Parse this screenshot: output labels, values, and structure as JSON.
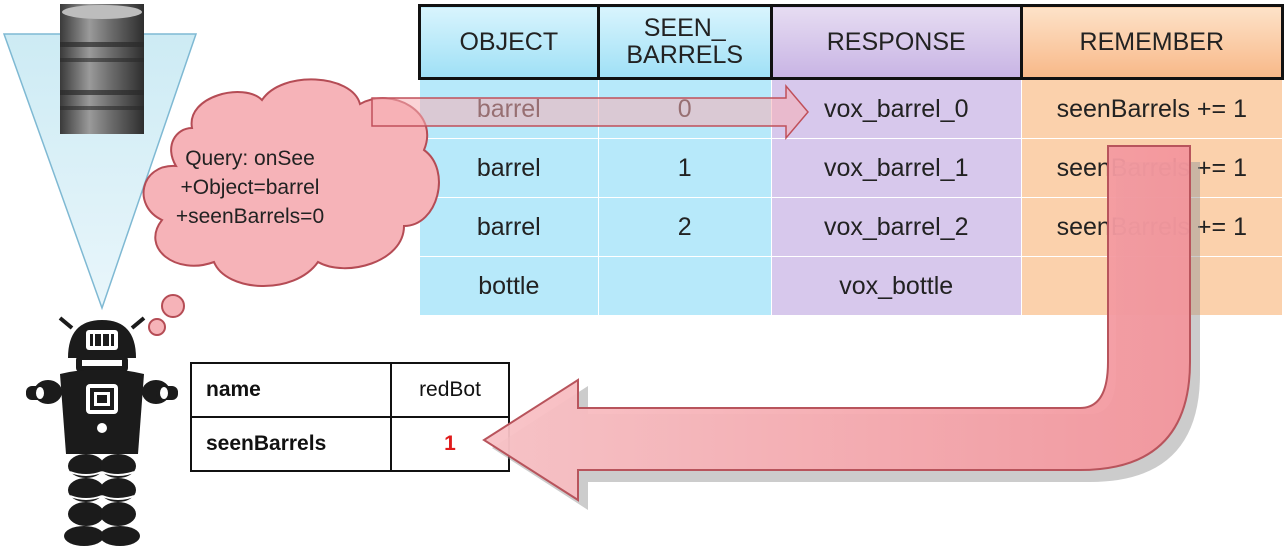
{
  "rules_table": {
    "headers": [
      "OBJECT",
      "SEEN_\nBARRELS",
      "RESPONSE",
      "REMEMBER"
    ],
    "header_seen_line1": "SEEN_",
    "header_seen_line2": "BARRELS",
    "rows": [
      {
        "object": "barrel",
        "seen_barrels": "0",
        "response": "vox_barrel_0",
        "remember": "seenBarrels += 1"
      },
      {
        "object": "barrel",
        "seen_barrels": "1",
        "response": "vox_barrel_1",
        "remember": "seenBarrels += 1"
      },
      {
        "object": "barrel",
        "seen_barrels": "2",
        "response": "vox_barrel_2",
        "remember": "seenBarrels += 1"
      },
      {
        "object": "bottle",
        "seen_barrels": "",
        "response": "vox_bottle",
        "remember": ""
      }
    ]
  },
  "query_bubble": {
    "line1": "Query: onSee",
    "line2": "+Object=barrel",
    "line3": "+seenBarrels=0"
  },
  "memory_table": {
    "rows": [
      {
        "key": "name",
        "value": "redBot"
      },
      {
        "key": "seenBarrels",
        "value": "1"
      }
    ]
  },
  "colors": {
    "object_column": "#b7e9fa",
    "response_column": "#d7c8ec",
    "remember_column": "#fbd1ac",
    "arrow_fill": "#f7aeb4",
    "bubble_fill": "#f6b3b8",
    "vision_cone": "#cdebf4",
    "highlight_value": "#e01b1b"
  },
  "icons": [
    "barrel-image",
    "robot-icon",
    "vision-cone",
    "thought-bubble",
    "match-arrow",
    "memory-update-arrow"
  ]
}
